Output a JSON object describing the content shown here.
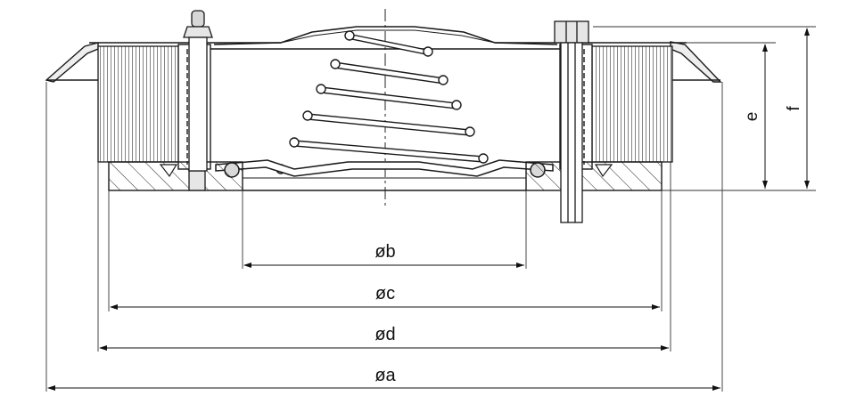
{
  "dimensions": {
    "a": "øa",
    "b": "øb",
    "c": "øc",
    "d": "ød",
    "e": "e",
    "f": "f"
  },
  "colors": {
    "stroke": "#1a1a1a",
    "fill_light": "#e9e9e9",
    "fill_mid": "#d2d2d2",
    "fill_dark": "#8f8f8f"
  }
}
